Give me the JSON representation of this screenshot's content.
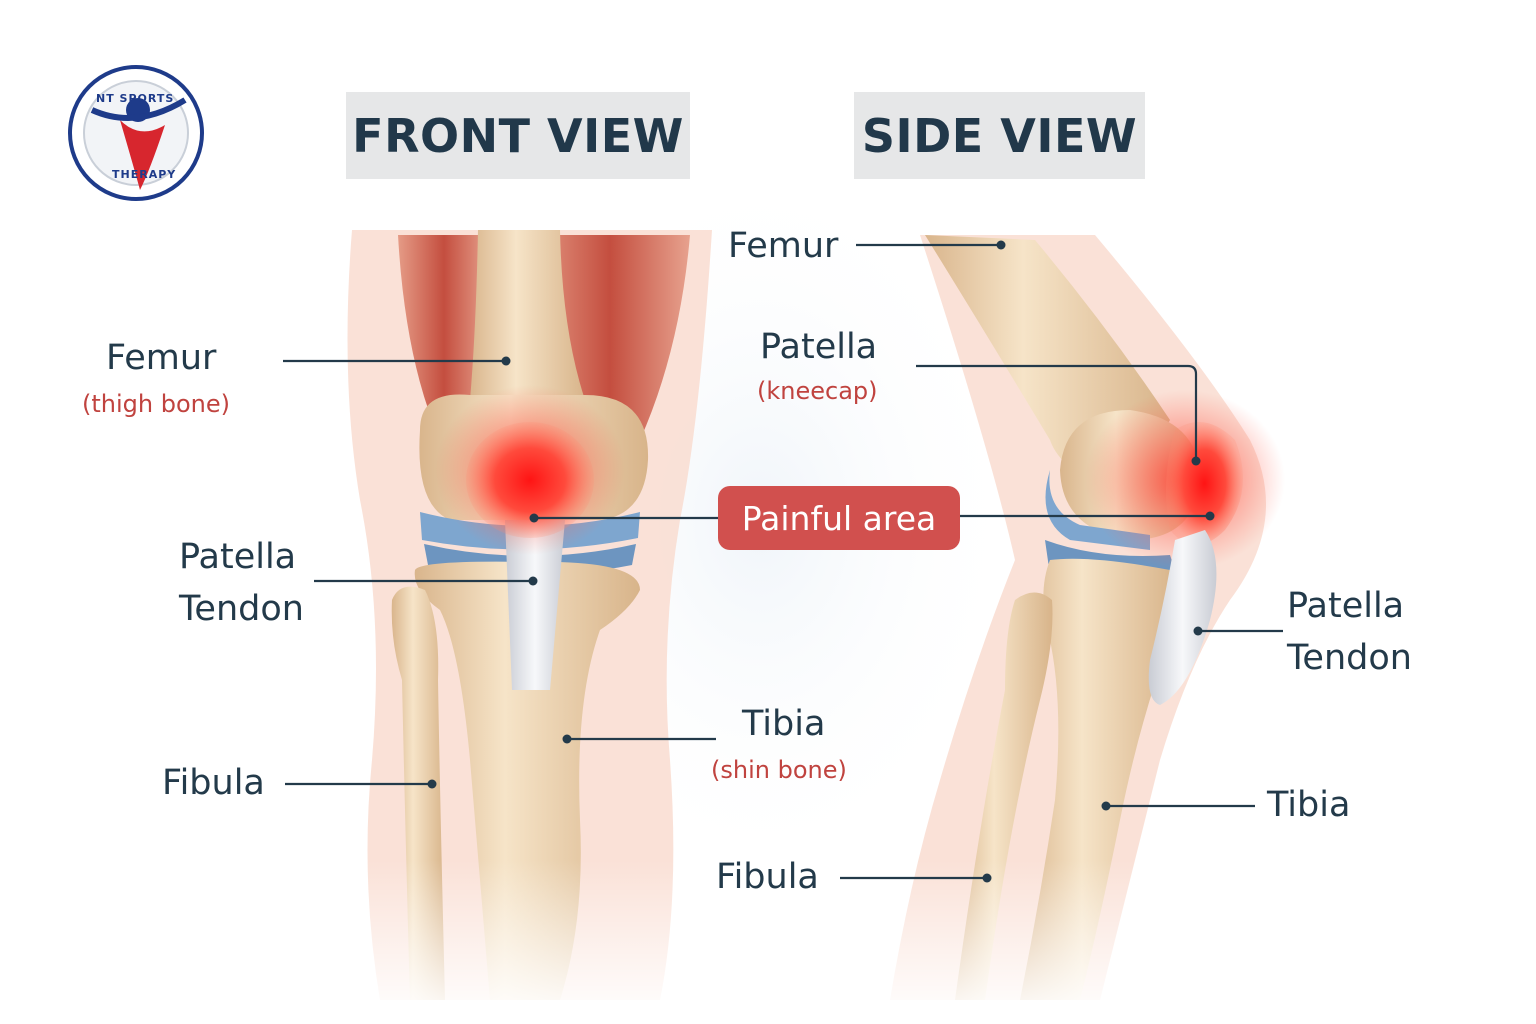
{
  "logo": {
    "text_top": "NT SPORTS",
    "text_bottom": "THERAPY",
    "colors": {
      "navy": "#1e3b8a",
      "red": "#d7262e",
      "ring": "#1e3b8a"
    }
  },
  "titles": {
    "front": "FRONT VIEW",
    "side": "SIDE VIEW"
  },
  "front": {
    "femur": {
      "name": "Femur",
      "note": "(thigh bone)"
    },
    "patella_tendon": {
      "line1": "Patella",
      "line2": "Tendon"
    },
    "fibula": {
      "name": "Fibula"
    },
    "tibia": {
      "name": "Tibia",
      "note": "(shin bone)"
    }
  },
  "side": {
    "femur": {
      "name": "Femur"
    },
    "patella": {
      "name": "Patella",
      "note": "(kneecap)"
    },
    "patella_tendon": {
      "line1": "Patella",
      "line2": "Tendon"
    },
    "tibia": {
      "name": "Tibia"
    },
    "fibula": {
      "name": "Fibula"
    }
  },
  "painful_area": "Painful area",
  "colors": {
    "text": "#233a4a",
    "note": "#c0433f",
    "pain_bg": "#d1504e",
    "title_bg": "#e6e7e8",
    "bone": "#f0d9b8",
    "muscle": "#c95a4a",
    "cartilage": "#6f9cc6",
    "skin": "#f8ddd0",
    "tendon": "#e4e6ea",
    "hotspot": "#ff2a2a"
  }
}
